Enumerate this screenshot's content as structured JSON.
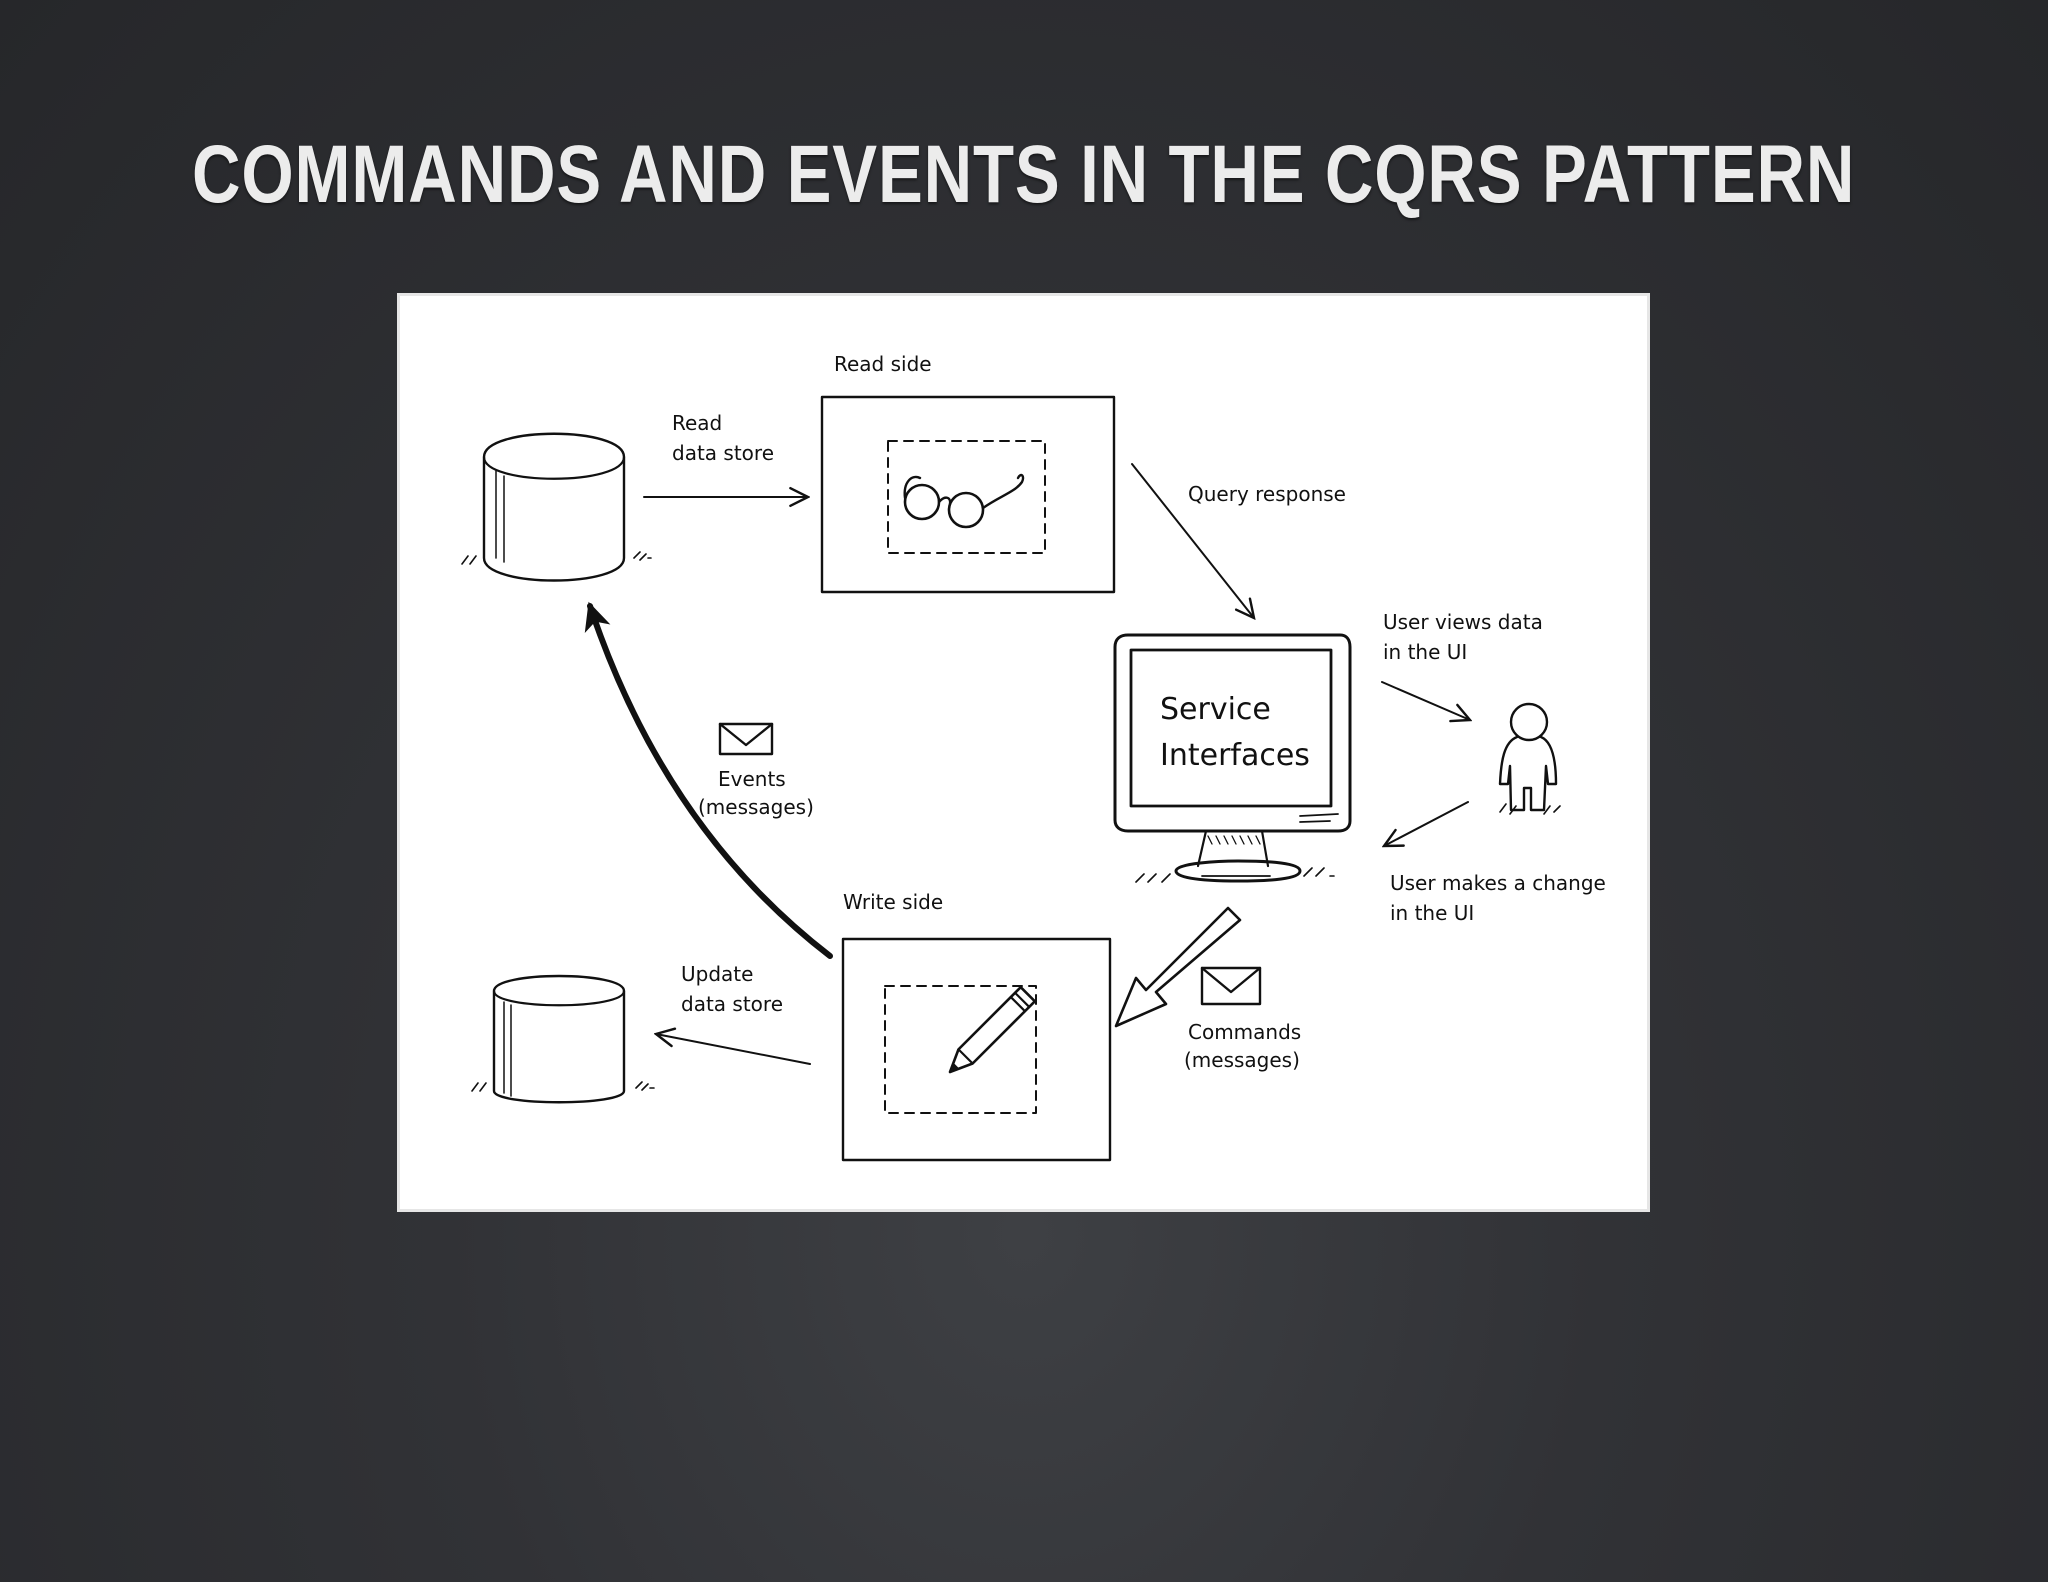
{
  "slide": {
    "title": "COMMANDS AND EVENTS IN THE CQRS PATTERN"
  },
  "diagram": {
    "labels": {
      "read_side": "Read side",
      "read_data_store_line1": "Read",
      "read_data_store_line2": "data store",
      "query_response": "Query response",
      "service_line1": "Service",
      "service_line2": "Interfaces",
      "user_views_line1": "User views data",
      "user_views_line2": "in the UI",
      "user_makes_line1": "User makes a change",
      "user_makes_line2": "in the UI",
      "events_line1": "Events",
      "events_line2": "(messages)",
      "write_side": "Write side",
      "update_line1": "Update",
      "update_line2": "data store",
      "commands_line1": "Commands",
      "commands_line2": "(messages)"
    },
    "icons": [
      "database-cylinder-icon",
      "glasses-icon",
      "monitor-icon",
      "person-icon",
      "envelope-icon",
      "pencil-icon"
    ]
  }
}
